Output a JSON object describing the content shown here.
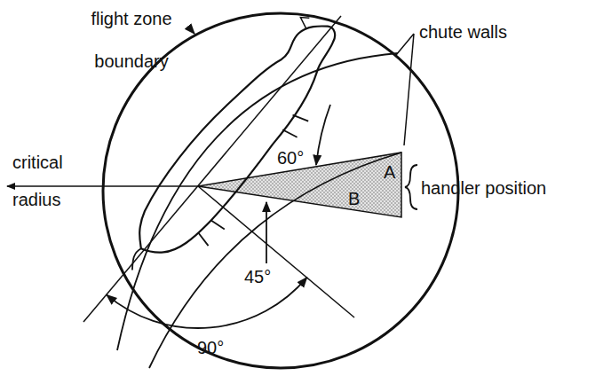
{
  "diagram": {
    "labels": [
      "flight zone boundary",
      "chute walls",
      "critical radius",
      "60°",
      "A",
      "handler position",
      "B",
      "45°",
      "90°"
    ]
  }
}
